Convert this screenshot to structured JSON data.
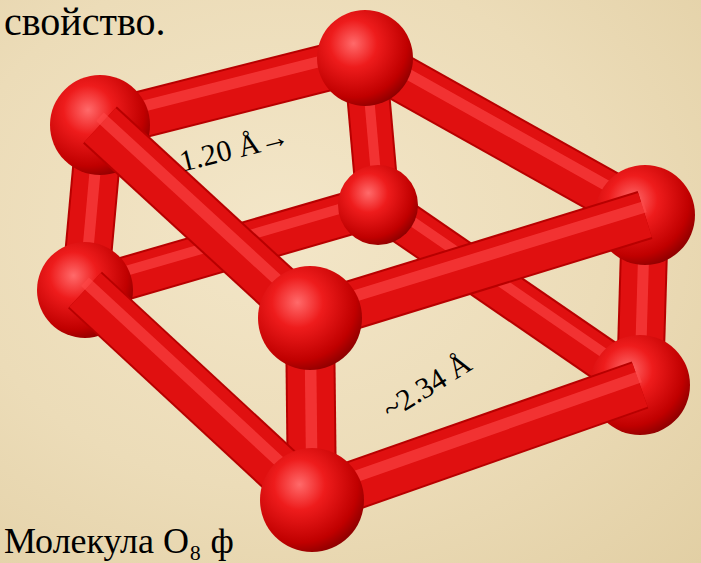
{
  "diagram": {
    "labels": [
      "свойство.",
      "1.20 Å→",
      "~2.34 Å",
      "Молекула O₈ ф"
    ]
  }
}
